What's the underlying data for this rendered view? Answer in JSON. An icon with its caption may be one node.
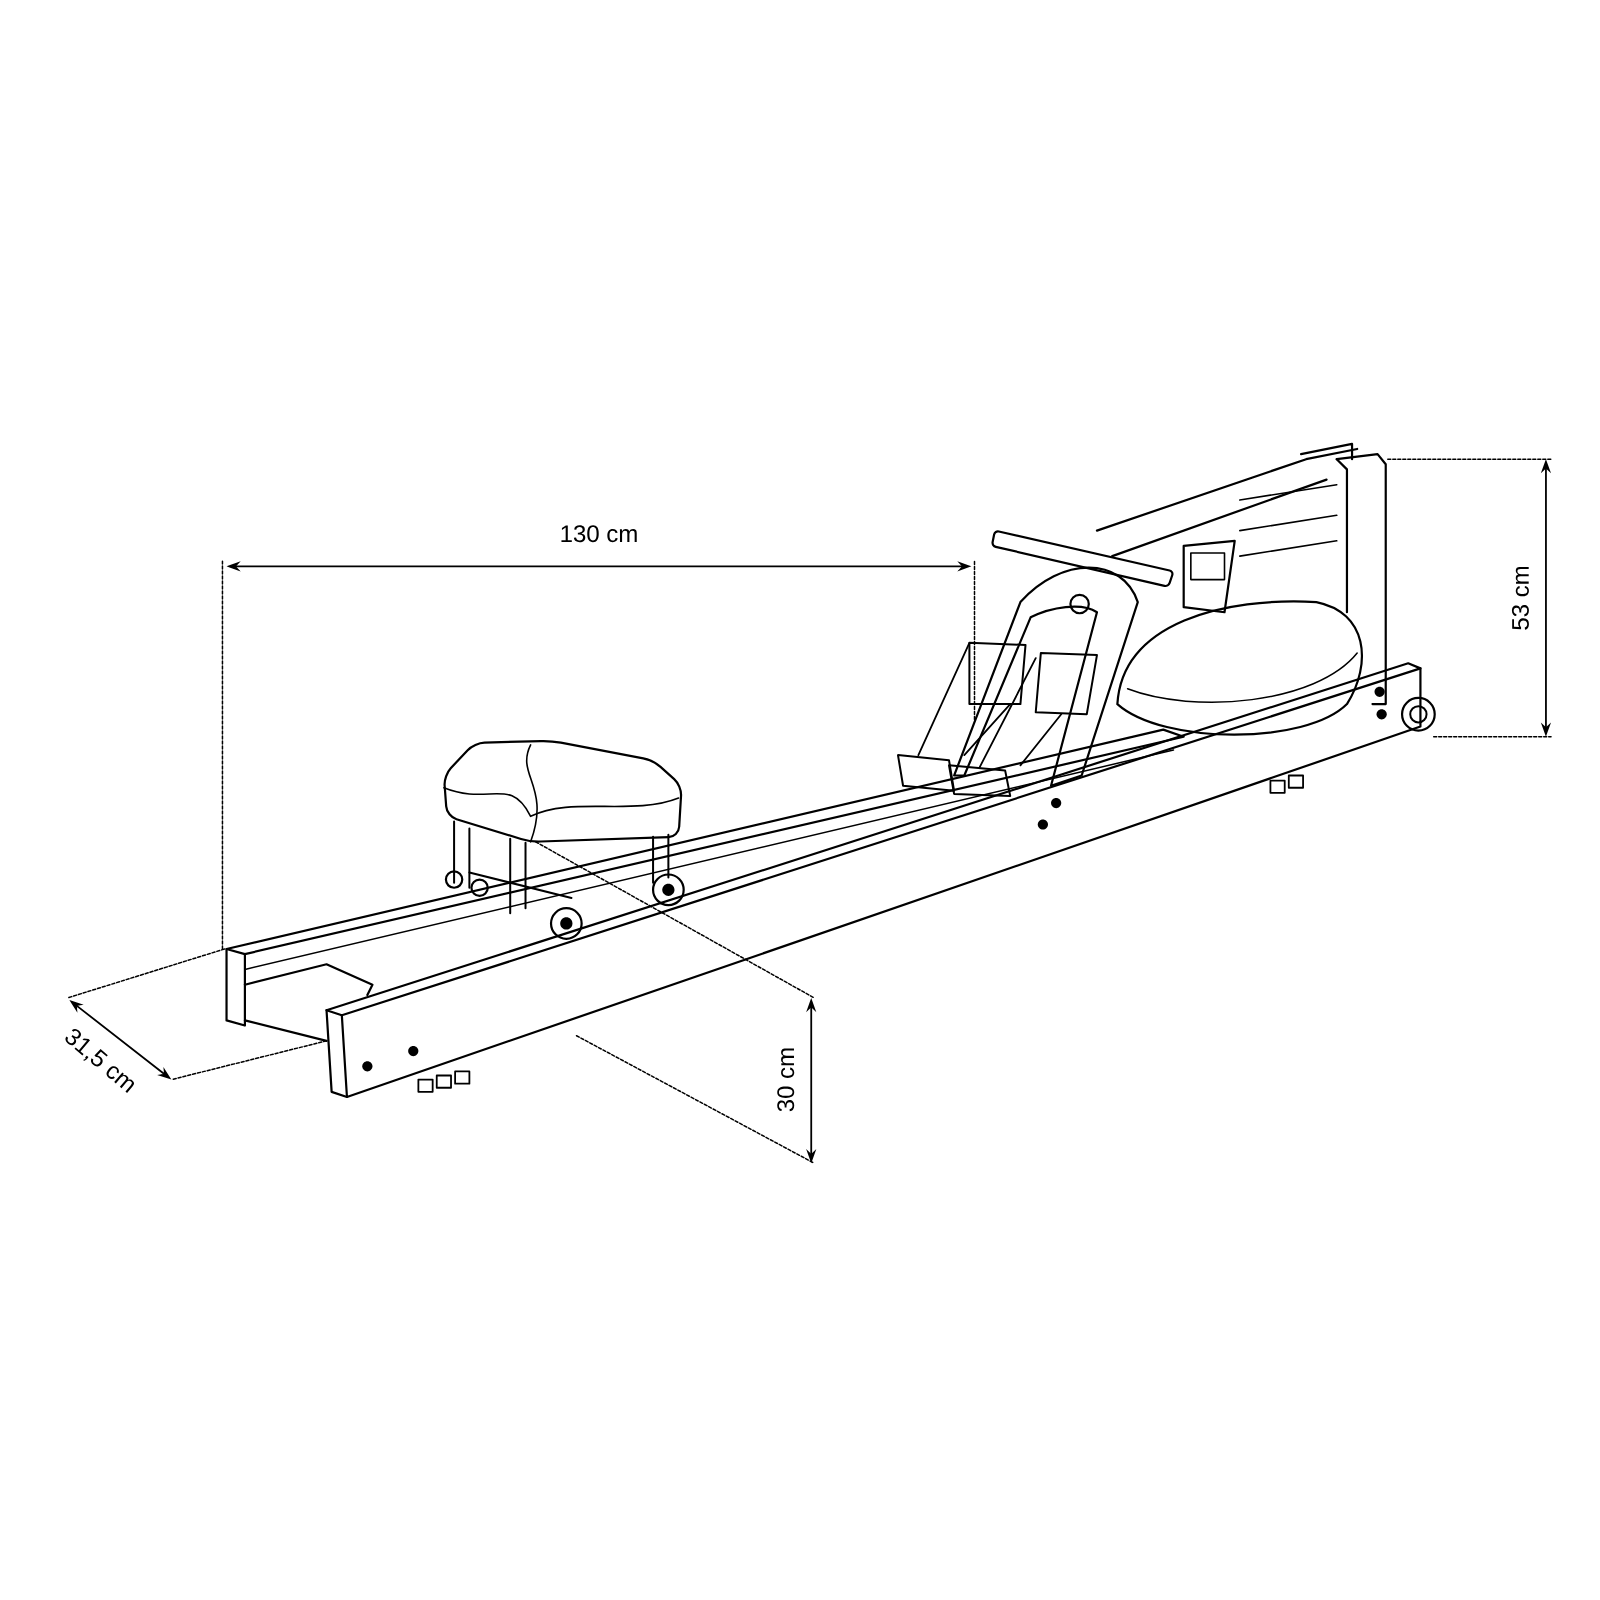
{
  "diagram": {
    "labels": [
      "130 cm",
      "53 cm",
      "31,5 cm",
      "30 cm"
    ]
  }
}
